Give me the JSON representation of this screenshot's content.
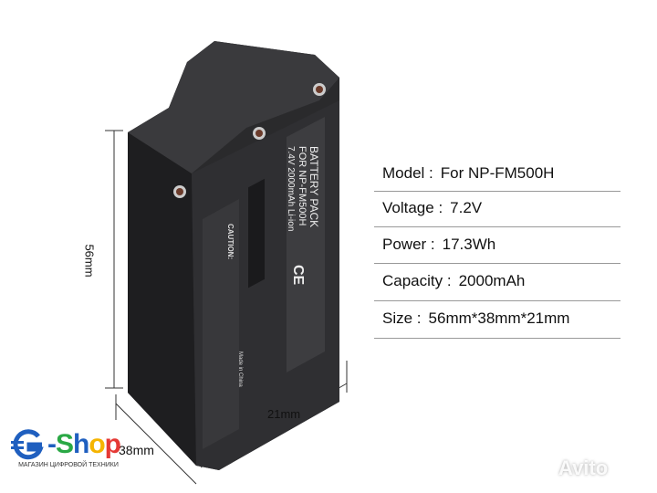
{
  "specs": [
    {
      "label": "Model :",
      "value": "For NP-FM500H"
    },
    {
      "label": "Voltage :",
      "value": "7.2V"
    },
    {
      "label": "Power :",
      "value": "17.3Wh"
    },
    {
      "label": "Capacity :",
      "value": "2000mAh"
    },
    {
      "label": "Size :",
      "value": "56mm*38mm*21mm"
    }
  ],
  "dimensions": {
    "height": "56mm",
    "depth": "21mm",
    "width": "38mm"
  },
  "battery_label": {
    "title": "BATTERY PACK",
    "model": "FOR NP-FM500H",
    "rating": "7.4V 2000mAh Li-ion",
    "caution": "CAUTION:",
    "origin": "Made in China"
  },
  "logo": {
    "brand": "G-Shop",
    "tagline": "МАГАЗИН ЦИФРОВОЙ ТЕХНИКИ",
    "colors": [
      "#1f5fbf",
      "#2aa845",
      "#f5b400",
      "#e53935"
    ]
  },
  "watermark": "Avito"
}
